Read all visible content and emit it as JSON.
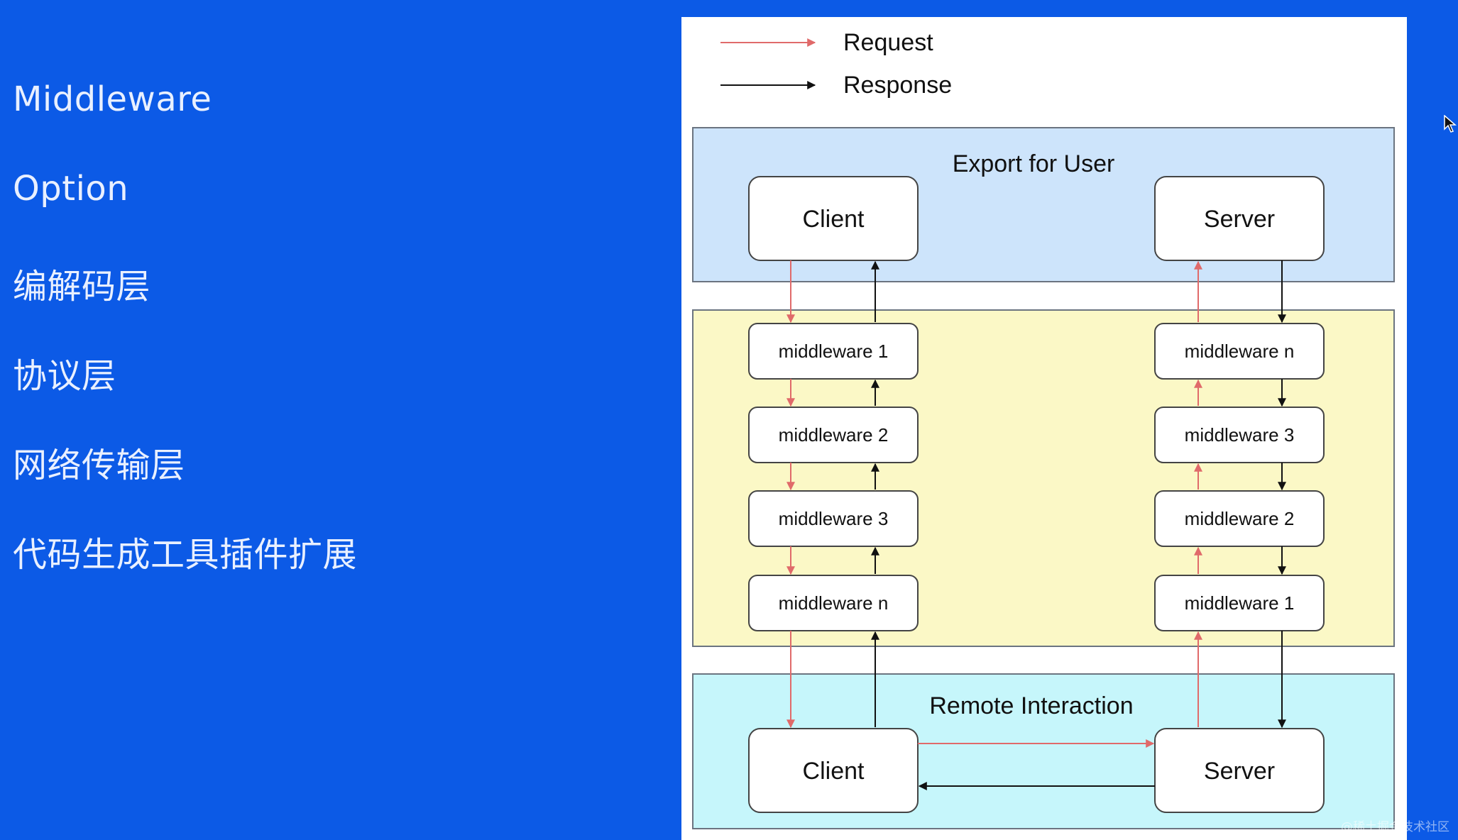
{
  "menu": {
    "items": [
      "Middleware",
      "Option",
      "编解码层",
      "协议层",
      "网络传输层",
      "代码生成工具插件扩展"
    ]
  },
  "legend": {
    "request": "Request",
    "response": "Response",
    "request_color": "#e06a6a",
    "response_color": "#111111"
  },
  "diagram": {
    "export_section": "Export for User",
    "remote_section": "Remote Interaction",
    "client": "Client",
    "server": "Server",
    "client_chain": [
      "middleware 1",
      "middleware 2",
      "middleware 3",
      "middleware n"
    ],
    "server_chain": [
      "middleware n",
      "middleware 3",
      "middleware 2",
      "middleware 1"
    ],
    "colors": {
      "export_bg": "#cde4fb",
      "middleware_bg": "#fbf8c6",
      "remote_bg": "#c6f6fb"
    }
  },
  "footer": {
    "watermark": "@稀土掘金技术社区"
  }
}
